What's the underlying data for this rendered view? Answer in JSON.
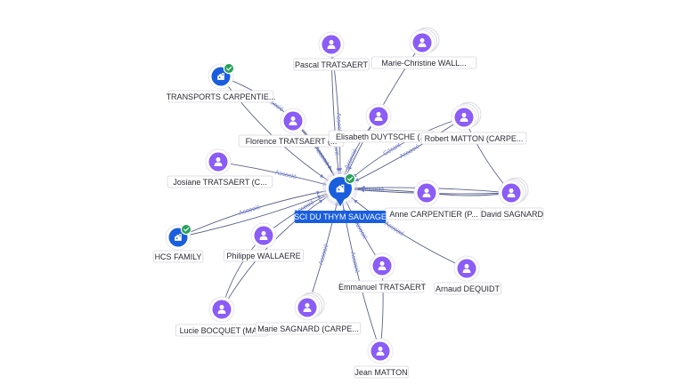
{
  "center": {
    "id": "sci",
    "label": "SCI DU THYM SAUVAGE",
    "type": "company",
    "verified": true
  },
  "nodes": [
    {
      "id": "pascal",
      "label": "Pascal TRATSAERT",
      "type": "person",
      "stacked": false
    },
    {
      "id": "mchristine",
      "label": "Marie-Christine WALL...",
      "type": "person",
      "stacked": true
    },
    {
      "id": "transports",
      "label": "TRANSPORTS CARPENTIE...",
      "type": "company",
      "verified": true
    },
    {
      "id": "florence",
      "label": "Florence TRATSAERT (...",
      "type": "person",
      "stacked": false
    },
    {
      "id": "elisabeth",
      "label": "Elisabeth DUYTSCHE (...",
      "type": "person",
      "stacked": false
    },
    {
      "id": "robert",
      "label": "Robert MATTON (CARPE...",
      "type": "person",
      "stacked": true
    },
    {
      "id": "josiane",
      "label": "Josiane TRATSAERT (C...",
      "type": "person",
      "stacked": false
    },
    {
      "id": "anne",
      "label": "Anne CARPENTIER (P...",
      "type": "person",
      "stacked": false
    },
    {
      "id": "david",
      "label": "David SAGNARD",
      "type": "person",
      "stacked": true
    },
    {
      "id": "hcs",
      "label": "HCS FAMILY",
      "type": "company",
      "verified": true
    },
    {
      "id": "philippe",
      "label": "Philippe WALLAERE",
      "type": "person",
      "stacked": false
    },
    {
      "id": "emmanuel",
      "label": "Emmanuel TRATSAERT",
      "type": "person",
      "stacked": false
    },
    {
      "id": "arnaud",
      "label": "Arnaud DEQUIDT",
      "type": "person",
      "stacked": false
    },
    {
      "id": "lucie",
      "label": "Lucie BOCQUET (MA...",
      "type": "person",
      "stacked": false
    },
    {
      "id": "marie",
      "label": "Marie SAGNARD (CARPE...",
      "type": "person",
      "stacked": true
    },
    {
      "id": "jean",
      "label": "Jean MATTON",
      "type": "person",
      "stacked": false
    }
  ],
  "edges": [
    {
      "from": "pascal",
      "to": "sci",
      "label": "Gérant"
    },
    {
      "from": "pascal",
      "to": "sci",
      "label": "Associé"
    },
    {
      "from": "mchristine",
      "to": "sci",
      "label": ""
    },
    {
      "from": "transports",
      "to": "sci",
      "label": "Associé"
    },
    {
      "from": "transports",
      "to": "sci",
      "label": ""
    },
    {
      "from": "florence",
      "to": "sci",
      "label": "Associé"
    },
    {
      "from": "elisabeth",
      "to": "sci",
      "label": "Associé"
    },
    {
      "from": "robert",
      "to": "sci",
      "label": "Gérant"
    },
    {
      "from": "robert",
      "to": "sci",
      "label": "Associé"
    },
    {
      "from": "josiane",
      "to": "sci",
      "label": "Associé"
    },
    {
      "from": "anne",
      "to": "sci",
      "label": "Associé"
    },
    {
      "from": "david",
      "to": "sci",
      "label": ""
    },
    {
      "from": "david",
      "to": "sci",
      "label": ""
    },
    {
      "from": "hcs",
      "to": "sci",
      "label": "Associé"
    },
    {
      "from": "hcs",
      "to": "sci",
      "label": ""
    },
    {
      "from": "philippe",
      "to": "sci",
      "label": "Associé"
    },
    {
      "from": "emmanuel",
      "to": "sci",
      "label": "Associé"
    },
    {
      "from": "arnaud",
      "to": "sci",
      "label": "Associé"
    },
    {
      "from": "marie",
      "to": "sci",
      "label": "Associé"
    },
    {
      "from": "jean",
      "to": "sci",
      "label": "Associé"
    },
    {
      "from": "lucie",
      "to": "sci",
      "label": ""
    }
  ],
  "colors": {
    "person": "#8b5cf6",
    "company": "#1a5ede",
    "verified_badge": "#27a05a",
    "edge": "#3d4876",
    "edge_label": "#6f7bd0"
  }
}
